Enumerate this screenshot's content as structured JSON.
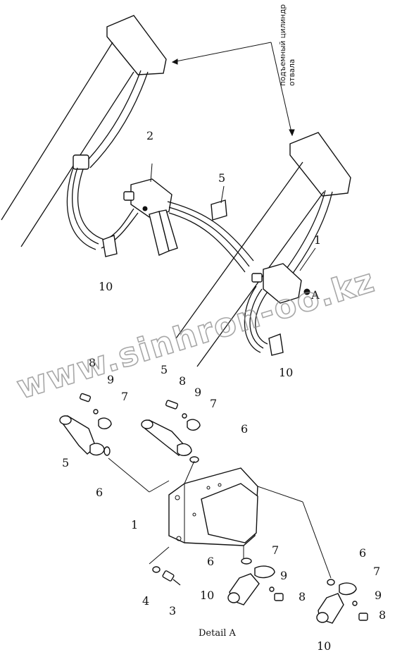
{
  "annotation": {
    "line1": "подъемный цилиндр",
    "line2": "отвала"
  },
  "watermark": "www.sinhron-oo.kz",
  "callouts": {
    "n1": "1",
    "n2": "2",
    "n5": "5",
    "n10": "10",
    "a_marker": "A",
    "d8": "8",
    "d9": "9",
    "d7": "7",
    "d5": "5",
    "d6": "6",
    "d1": "1",
    "d4": "4",
    "d3": "3",
    "d10": "10"
  },
  "caption": "Detail A"
}
